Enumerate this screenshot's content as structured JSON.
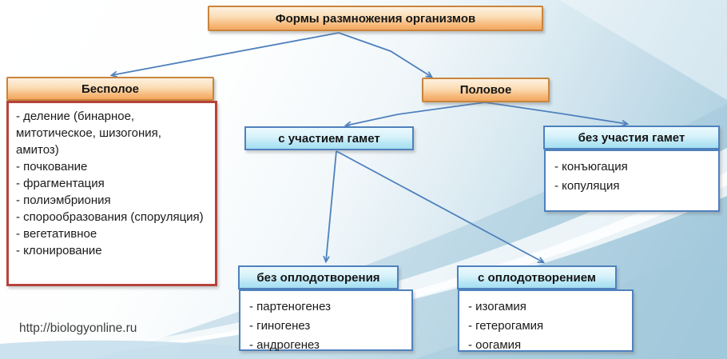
{
  "title": {
    "label": "Формы размножения организмов"
  },
  "asexual": {
    "header": "Бесполое",
    "items": [
      "- деление (бинарное, митотическое, шизогония, амитоз)",
      "- почкование",
      "- фрагментация",
      "- полиэмбриония",
      "- спорообразования (споруляция)",
      "- вегетативное",
      "- клонирование"
    ]
  },
  "sexual": {
    "header": "Половое",
    "with_gametes": {
      "header": "с участием гамет",
      "without_fertilization": {
        "header": "без оплодотворения",
        "items": [
          "- партеногенез",
          "- гиногенез",
          "- андрогенез"
        ]
      },
      "with_fertilization": {
        "header": "с оплодотворением",
        "items": [
          "- изогамия",
          "- гетерогамия",
          "- оогамия"
        ]
      }
    },
    "without_gametes": {
      "header": "без участия гамет",
      "items": [
        "- конъюгация",
        "- копуляция"
      ]
    }
  },
  "footer": {
    "url": "http://biologyonline.ru"
  },
  "colors": {
    "orange_fill": "#f6b878",
    "orange_border": "#c8853c",
    "blue_fill": "#b7e6f5",
    "blue_border": "#4f81bd",
    "red_border": "#b5433c",
    "arrow": "#4f81bd",
    "background_blue": "#a6cbdd"
  }
}
